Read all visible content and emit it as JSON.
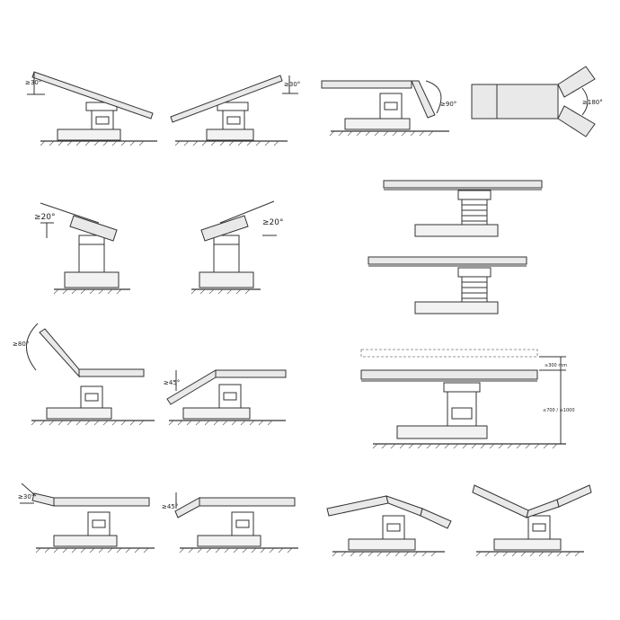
{
  "diagram": {
    "panels": [
      {
        "id": "trendelenburg",
        "angle_label": "≥30°"
      },
      {
        "id": "reverse-trendelenburg",
        "angle_label": "≥30°"
      },
      {
        "id": "leg-plate-down",
        "angle_label": "≥90°"
      },
      {
        "id": "leg-plate-split",
        "angle_label": "≥180°"
      },
      {
        "id": "lateral-tilt-left",
        "angle_label": "≥20°"
      },
      {
        "id": "lateral-tilt-right",
        "angle_label": "≥20°"
      },
      {
        "id": "slide-top-left",
        "angle_label": ""
      },
      {
        "id": "slide-top-right",
        "angle_label": ""
      },
      {
        "id": "back-plate-up",
        "angle_label": "≥80°"
      },
      {
        "id": "back-plate-down",
        "angle_label": "≥45°"
      },
      {
        "id": "height-range",
        "angle_label": "",
        "top_label": "≥300 mm",
        "height_label": "≤700 / ≥1000"
      },
      {
        "id": "head-plate-up",
        "angle_label": "≥30°"
      },
      {
        "id": "head-plate-down",
        "angle_label": "≥45°"
      },
      {
        "id": "flex-position",
        "angle_label": ""
      },
      {
        "id": "reflex-position",
        "angle_label": ""
      }
    ]
  }
}
